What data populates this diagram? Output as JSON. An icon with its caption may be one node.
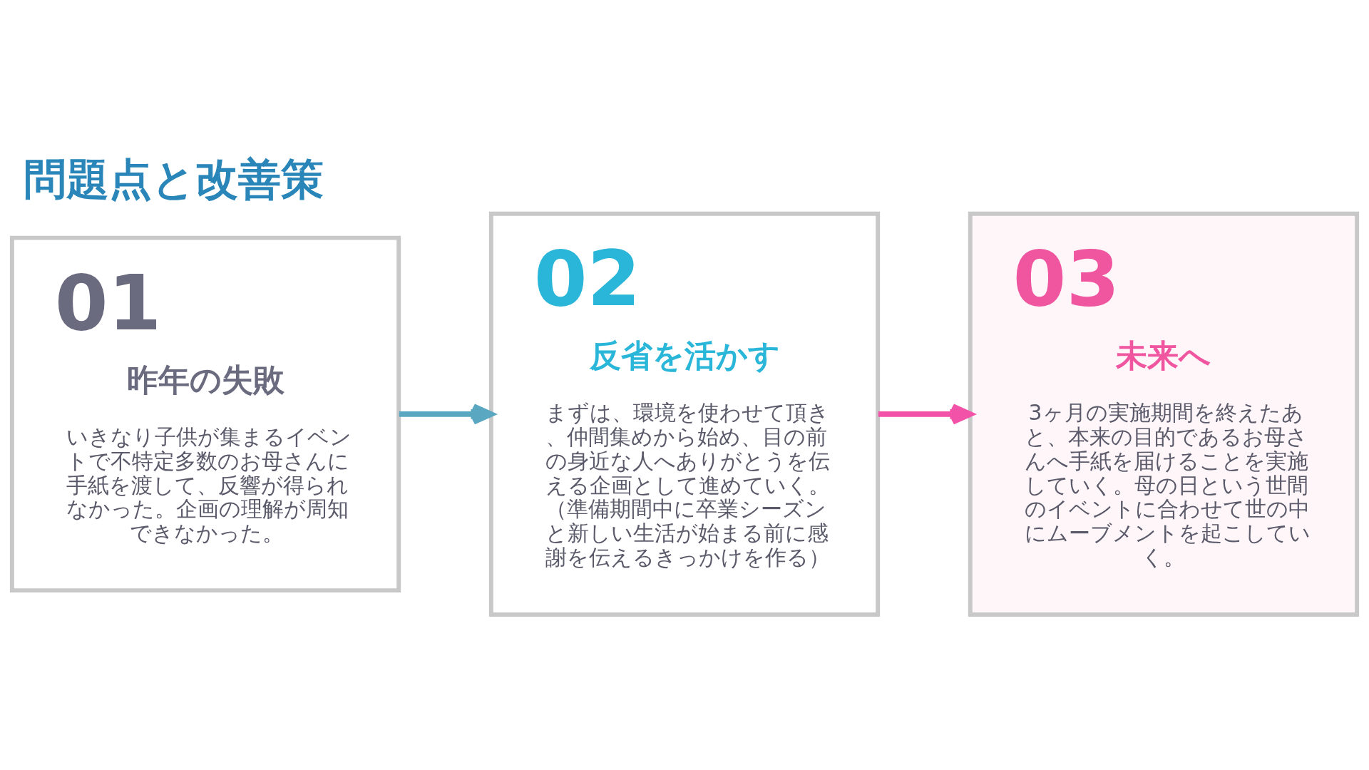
{
  "diagram": {
    "title": "問題点と改善策",
    "nodes": [
      {
        "text": [
          "01",
          "昨年の失敗",
          "いきなり子供が集まるイベントで不特定多数のお母さんに手紙を渡して、反響が得られなかった。企画の理解が周知できなかった。"
        ]
      },
      {
        "text": [
          "02",
          "反省を活かす",
          "まずは、環境を使わせて頂き、仲間集めから始め、目の前の身近な人へありがとうを伝える企画として進めていく。（準備期間中に卒業シーズンと新しい生活が始まる前に感謝を伝えるきっかけを作る）"
        ]
      },
      {
        "text": [
          "03",
          "未来へ",
          "3ヶ月の実施期間を終えたあと、本来の目的であるお母さんへ手紙を届けることを実施していく。母の日という世間のイベントに合わせて世の中にムーブメントを起こしていく。"
        ]
      }
    ],
    "edges": [
      {
        "from": 0,
        "to": 1,
        "arrow": "to",
        "color": "#5aa7c2"
      },
      {
        "from": 1,
        "to": 2,
        "arrow": "to",
        "color": "#f252a8"
      }
    ]
  }
}
